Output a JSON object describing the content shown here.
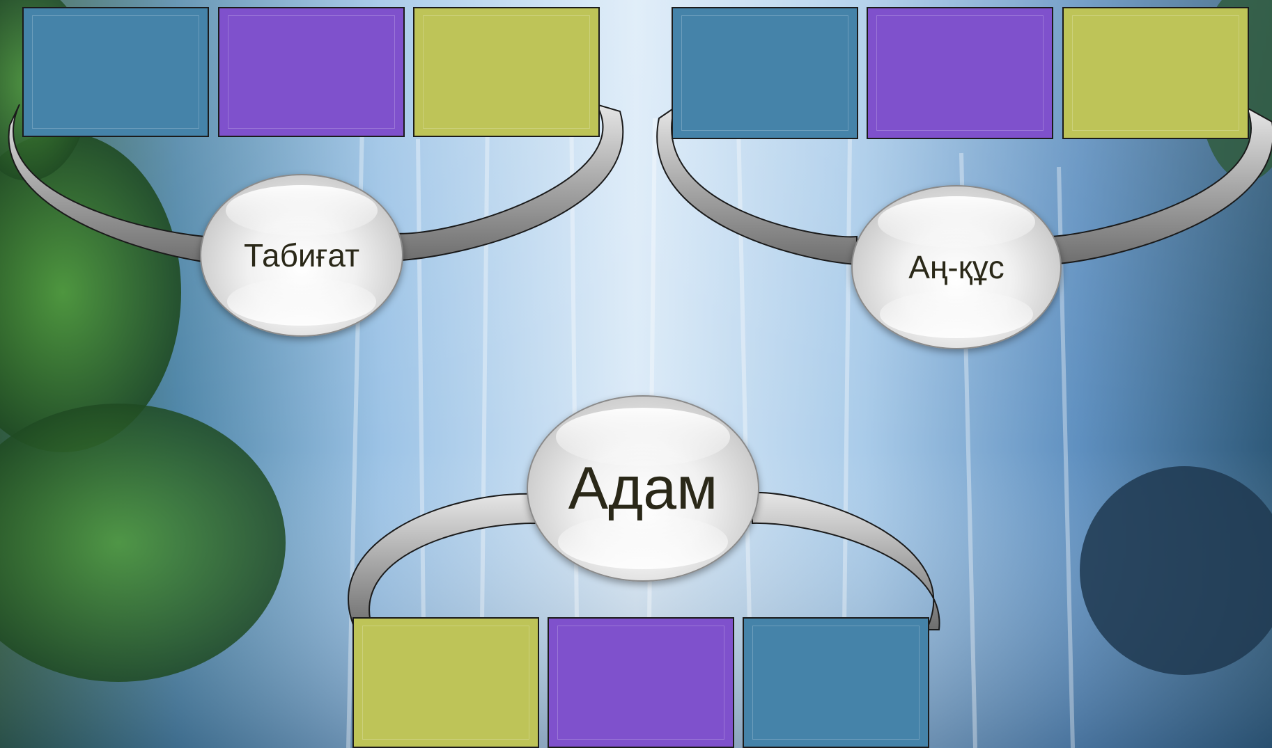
{
  "colors": {
    "teal": "#4583a9",
    "purple": "#7f51cc",
    "olive": "#bec458"
  },
  "groups": [
    {
      "label": "Табиғат",
      "boxes": [
        "teal",
        "purple",
        "olive"
      ]
    },
    {
      "label": "Аң-құс",
      "boxes": [
        "teal",
        "purple",
        "olive"
      ]
    },
    {
      "label": "Адам",
      "boxes": [
        "olive",
        "purple",
        "teal"
      ]
    }
  ]
}
